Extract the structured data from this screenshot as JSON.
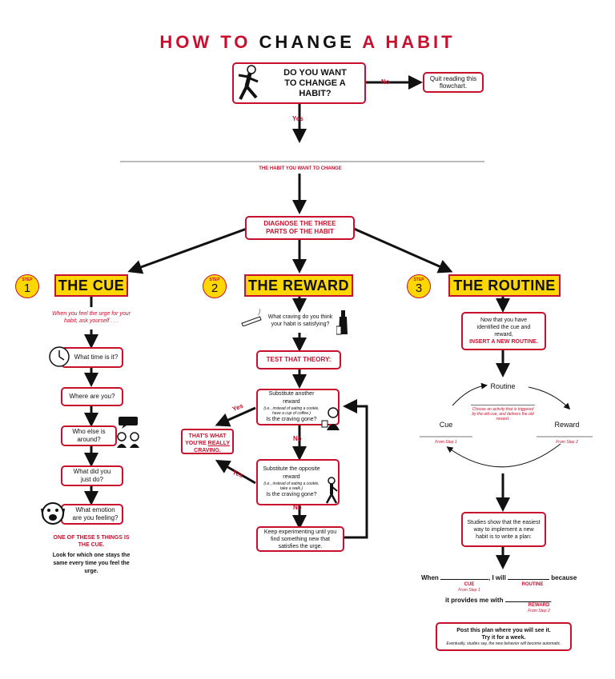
{
  "title": {
    "part1": "HOW TO",
    "part2": "CHANGE",
    "part3": "A HABIT"
  },
  "start": {
    "question": "DO YOU WANT TO CHANGE A HABIT?",
    "no_label": "No",
    "no_result": "Quit reading this flowchart.",
    "yes_label": "Yes"
  },
  "habit_line_label": "THE HABIT YOU WANT TO CHANGE",
  "diagnose": "DIAGNOSE THE THREE PARTS OF THE HABIT",
  "step_word": "STEP",
  "cue": {
    "step_num": "1",
    "header": "THE CUE",
    "intro": "When you feel the urge for your habit, ask yourself . . .",
    "q1": "What time is it?",
    "q2": "Where are you?",
    "q3": "Who else is around?",
    "q4": "What did you just do?",
    "q5": "What emotion are you feeling?",
    "conclusion_red": "ONE OF THESE 5 THINGS IS THE CUE.",
    "conclusion_black": "Look for which one stays the same every time you feel the urge."
  },
  "reward": {
    "step_num": "2",
    "header": "THE REWARD",
    "q1": "What craving do you think your habit is satisfying?",
    "test": "TEST THAT THEORY:",
    "sub1_main": "Substitute another reward",
    "sub1_example": "(i.e., instead of eating a cookie, have a cup of coffee.)",
    "sub1_q": "Is the craving gone?",
    "sub2_main": "Substitute the opposite reward",
    "sub2_example": "(i.e., instead of eating a cookie, take a walk.)",
    "sub2_q": "Is the craving gone?",
    "keep": "Keep experimenting until you find something new that satisfies the urge.",
    "yes1": "Yes",
    "yes2": "Yes",
    "no1": "No",
    "no2": "No",
    "really_pre": "THAT'S WHAT YOU'RE ",
    "really_u": "REALLY",
    "really_post": " CRAVING."
  },
  "routine": {
    "step_num": "3",
    "header": "THE ROUTINE",
    "intro_black": "Now that you have identified the cue and reward,",
    "intro_red": "INSERT A NEW ROUTINE.",
    "cycle_routine": "Routine",
    "cycle_routine_note": "Choose an activity that is triggered by the old cue, and delivers the old reward.",
    "cycle_cue": "Cue",
    "cycle_cue_from": "From Step 1",
    "cycle_reward": "Reward",
    "cycle_reward_from": "From Step 2",
    "plan_intro": "Studies show that the easiest way to implement a new habit is to write a plan:",
    "plan_when": "When",
    "plan_iwill": ", I will",
    "plan_because": "because",
    "plan_provides": "it provides me with",
    "plan_cue_label": "CUE",
    "plan_cue_from": "From Step 1",
    "plan_routine_label": "ROUTINE",
    "plan_reward_label": "REWARD",
    "plan_reward_from": "From Step 2",
    "post_bold": "Post this plan where you will see it. Try it for a week.",
    "post_italic": "Eventually, studies say, the new behavior will become automatic."
  },
  "colors": {
    "accent": "#c8102e",
    "highlight": "#ffd700",
    "ink": "#111111"
  },
  "icons": [
    "running-man-icon",
    "clock-icon",
    "speech-bubble-icon",
    "people-icon",
    "screaming-face-icon",
    "cigarette-icon",
    "wine-icon",
    "coffee-man-icon",
    "walking-man-icon"
  ]
}
